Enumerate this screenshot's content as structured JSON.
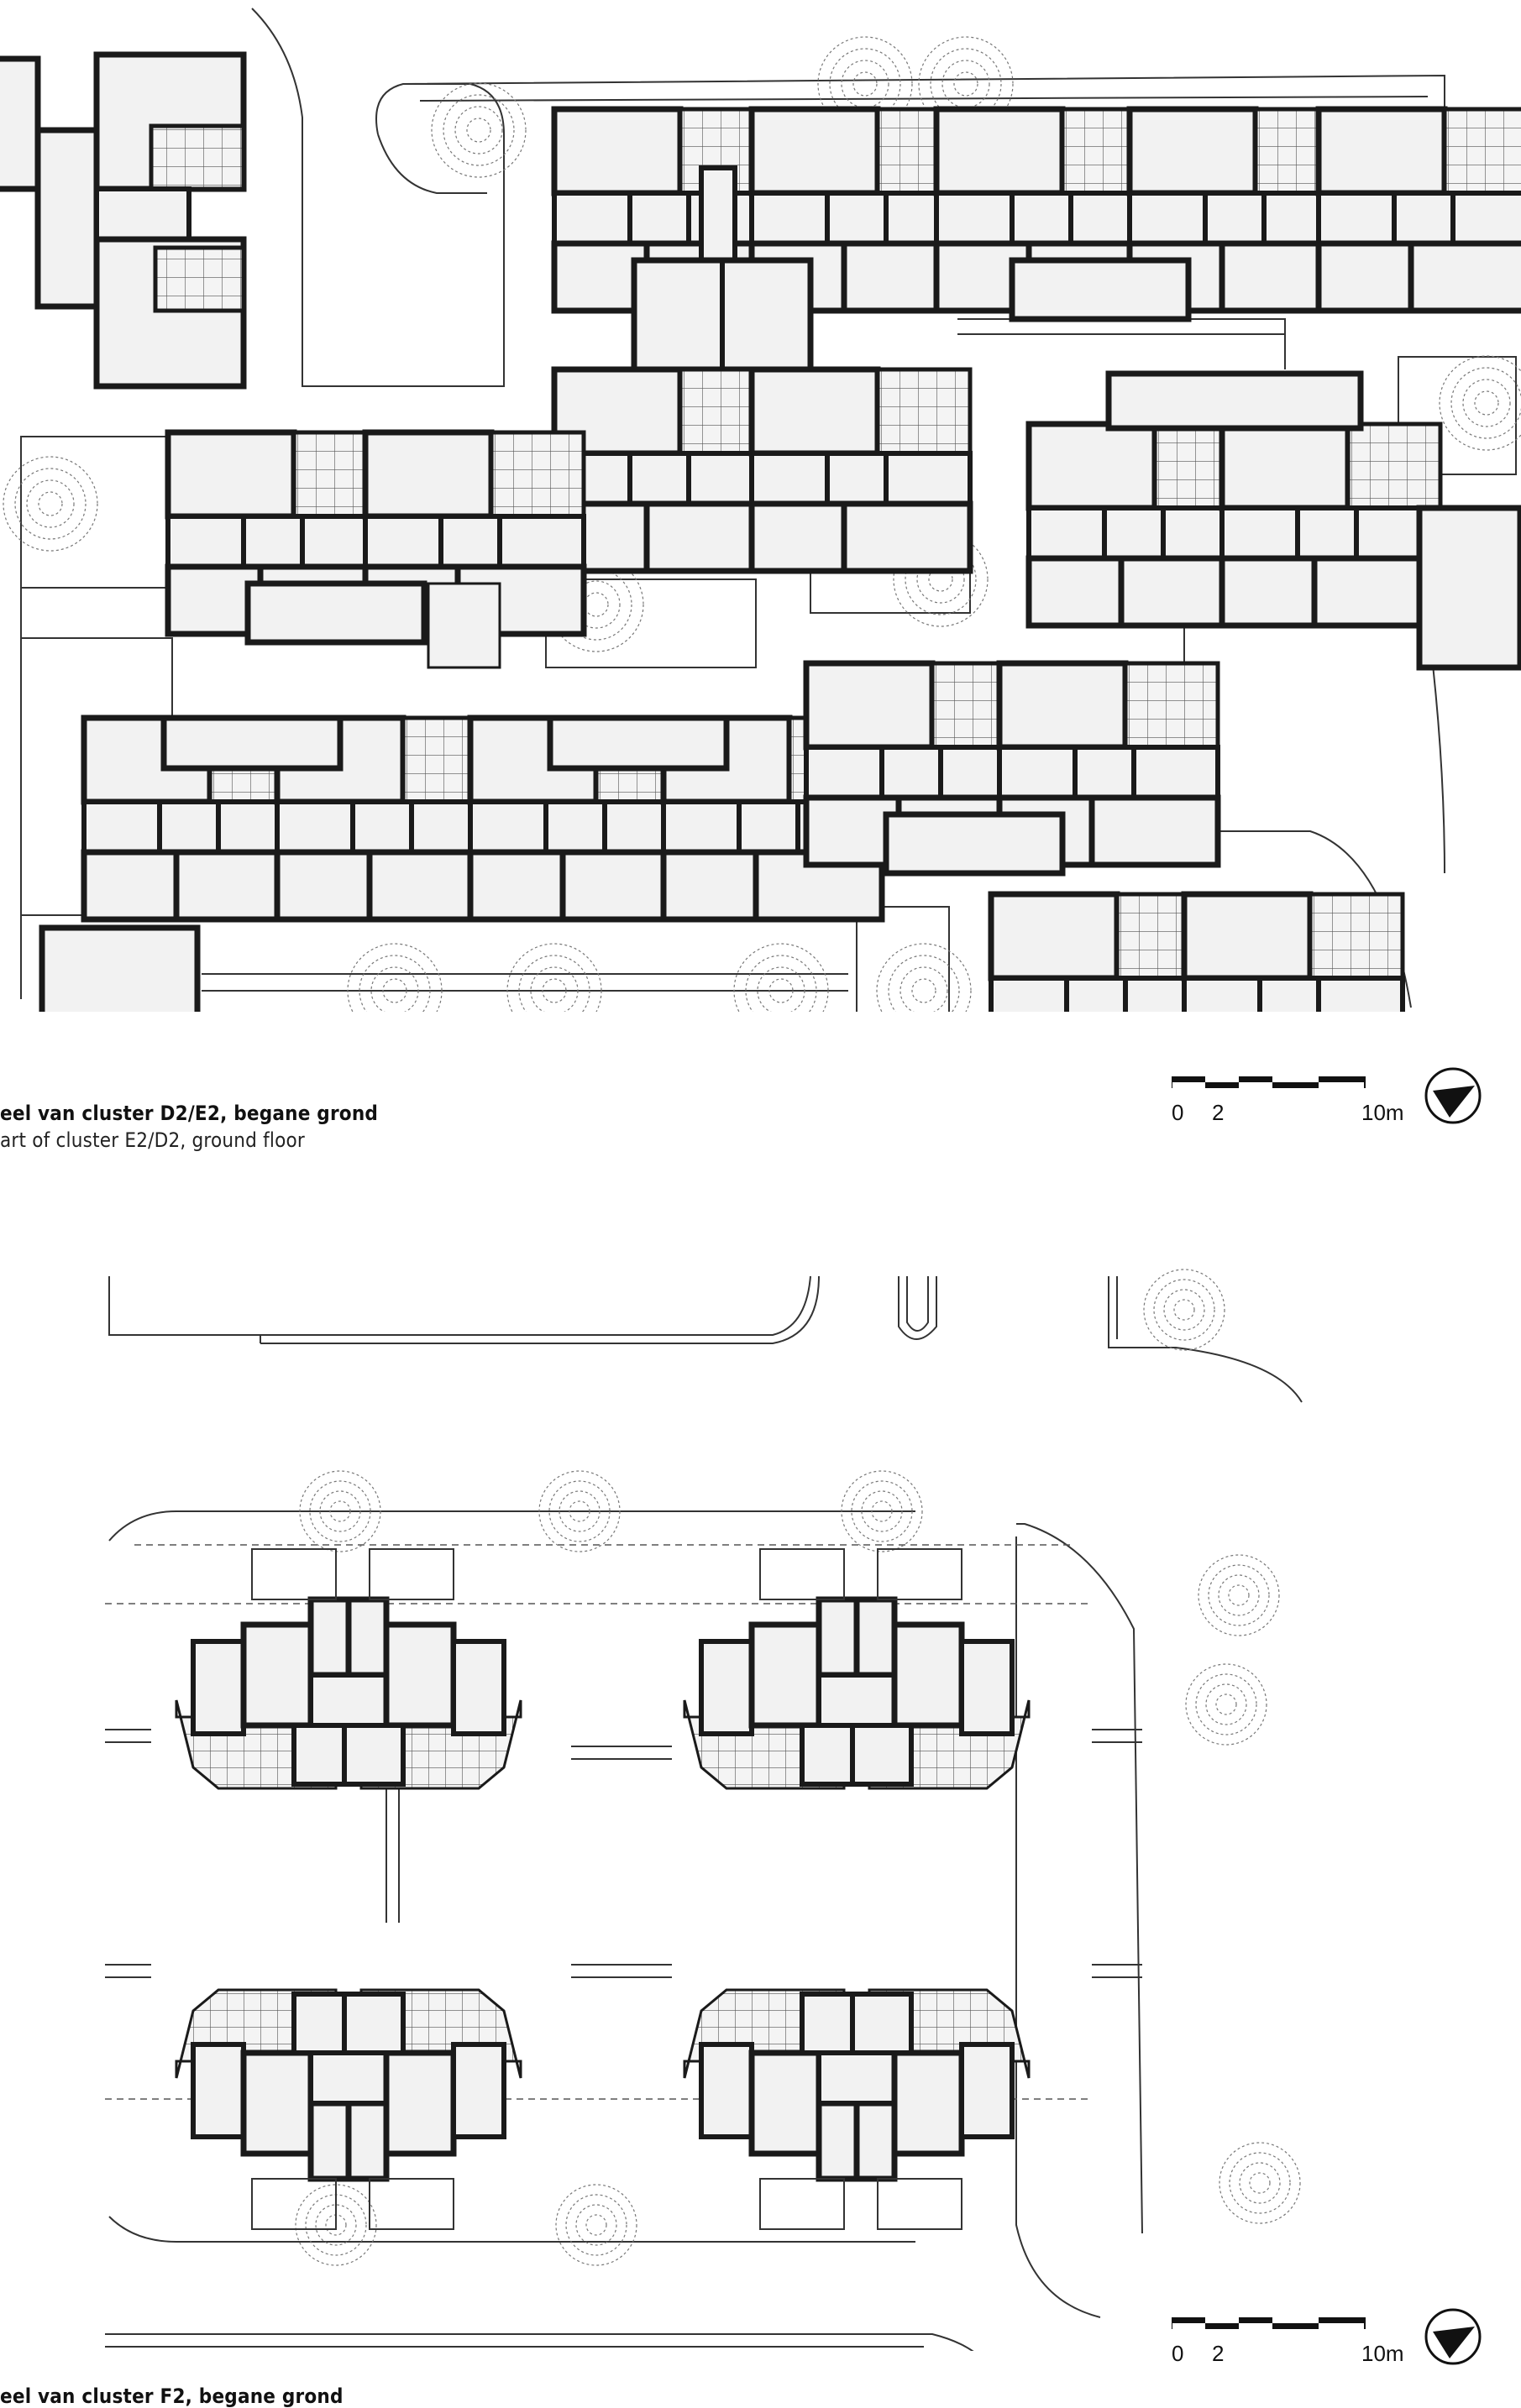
{
  "plan1": {
    "title_nl": "eel van cluster D2/E2, begane grond",
    "title_en": "art of cluster E2/D2, ground floor",
    "scale": {
      "label_0": "0",
      "label_2": "2",
      "label_10": "10m"
    },
    "north_arrow": "north-arrow-icon"
  },
  "plan2": {
    "title_nl": "eel van cluster F2, begane grond",
    "scale": {
      "label_0": "0",
      "label_2": "2",
      "label_10": "10m"
    },
    "north_arrow": "north-arrow-icon"
  },
  "colors": {
    "wall": "#1a1a1a",
    "floor": "#f2f2f2",
    "line": "#333333",
    "tree": "#888888"
  }
}
